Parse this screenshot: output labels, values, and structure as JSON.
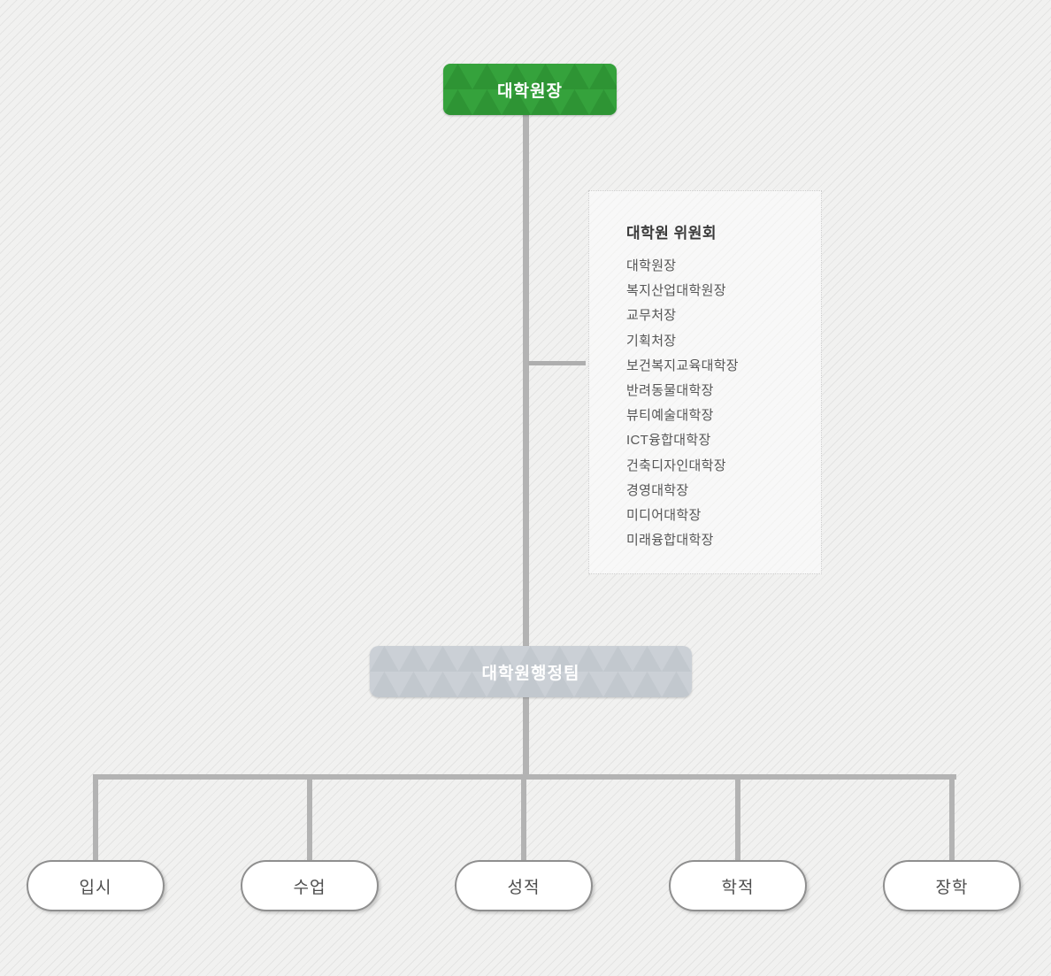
{
  "org_chart": {
    "root": {
      "label": "대학원장"
    },
    "committee": {
      "title": "대학원 위원회",
      "members": [
        "대학원장",
        "복지산업대학원장",
        "교무처장",
        "기획처장",
        "보건복지교육대학장",
        "반려동물대학장",
        "뷰티예술대학장",
        "ICT융합대학장",
        "건축디자인대학장",
        "경영대학장",
        "미디어대학장",
        "미래융합대학장"
      ]
    },
    "admin_team": {
      "label": "대학원행정팀"
    },
    "departments": [
      "입시",
      "수업",
      "성적",
      "학적",
      "장학"
    ],
    "colors": {
      "root_green_light": "#35a23c",
      "root_green_dark": "#2e9434",
      "admin_gray_light": "#cbd0d6",
      "admin_gray_dark": "#c2c8ce",
      "connector_gray": "#b3b3b3",
      "pill_border": "#8f8f8f"
    }
  }
}
